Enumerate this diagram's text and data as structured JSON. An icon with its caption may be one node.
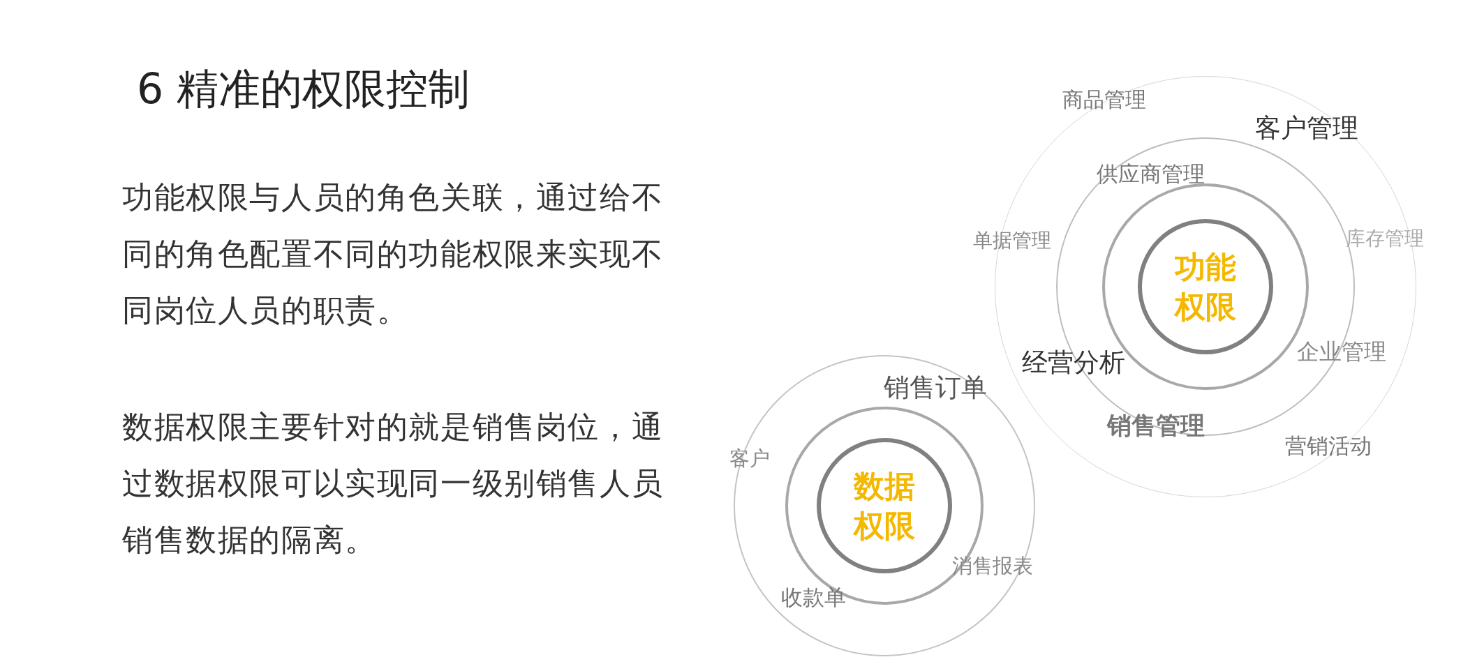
{
  "diagram": {
    "title": "6 精准的权限控制",
    "nodes": [
      {
        "text": [],
        "shape": "circle"
      },
      {
        "text": [],
        "shape": "circle",
        "in": 0
      },
      {
        "text": [],
        "shape": "circle",
        "in": 1
      },
      {
        "text": [
          "功能权限"
        ],
        "in": 2
      },
      {
        "text": [],
        "shape": "circle"
      },
      {
        "text": [],
        "shape": "circle",
        "in": 4
      },
      {
        "text": [
          "数据权限"
        ],
        "in": 5
      }
    ],
    "edges": [],
    "labels": [
      "功能权限与人员的角色关联，通过给不同的角色配置不同的功能权限来实现不同岗位人员的职责。",
      "数据权限主要针对的就是销售岗位，通过数据权限可以实现同一级别销售人员销售数据的隔离。",
      "商品管理",
      "客户管理",
      "供应商管理",
      "库存管理",
      "单据管理",
      "企业管理",
      "经营分析",
      "销售订单",
      "销售管理",
      "营销活动",
      "客户",
      "消售报表",
      "收款单"
    ]
  }
}
